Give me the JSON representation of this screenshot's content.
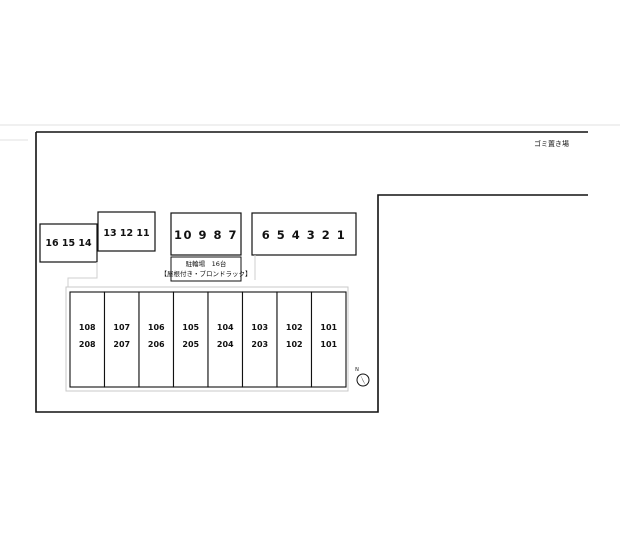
{
  "parking_blocks": [
    {
      "label": "16 15 14"
    },
    {
      "label": "13 12 11"
    },
    {
      "label": "10 9 8 7"
    },
    {
      "label": "6 5 4 3 2 1"
    }
  ],
  "bicycle_parking": {
    "line1": "駐輪場　16台",
    "line2": "【屋根付き・ブロンドラック】"
  },
  "garbage_label": "ゴミ置き場",
  "units": [
    {
      "top": "108",
      "bottom": "208"
    },
    {
      "top": "107",
      "bottom": "207"
    },
    {
      "top": "106",
      "bottom": "206"
    },
    {
      "top": "105",
      "bottom": "205"
    },
    {
      "top": "104",
      "bottom": "204"
    },
    {
      "top": "103",
      "bottom": "203"
    },
    {
      "top": "102",
      "bottom": "102"
    },
    {
      "top": "101",
      "bottom": "101"
    }
  ],
  "north_mark": "N",
  "colors": {
    "line": "#111111",
    "faint": "#d8d8d8"
  }
}
